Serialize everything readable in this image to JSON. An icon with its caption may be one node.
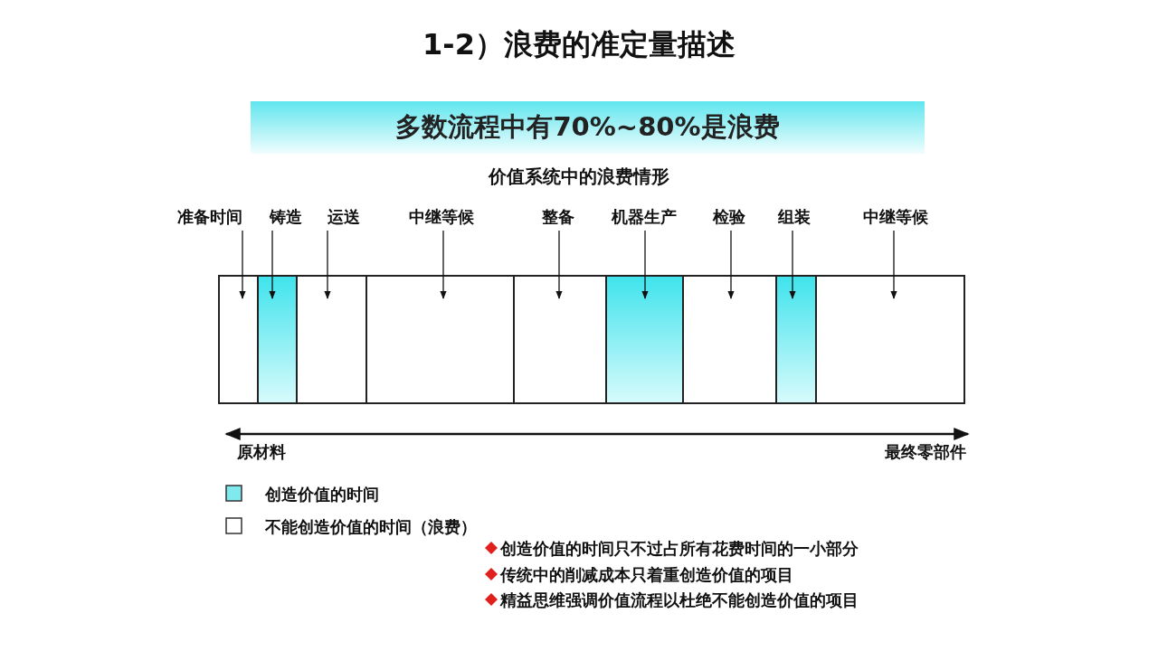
{
  "diagram": {
    "title": "1-2）浪费的准定量描述",
    "nodes": [
      {
        "text": [
          "多数流程中有70%~80%是浪费"
        ]
      },
      {
        "text": [
          "准备时间"
        ]
      },
      {
        "text": [
          "铸造"
        ]
      },
      {
        "text": [
          "运送"
        ]
      },
      {
        "text": [
          "中继等候"
        ]
      },
      {
        "text": [
          "整备"
        ]
      },
      {
        "text": [
          "机器生产"
        ]
      },
      {
        "text": [
          "检验"
        ]
      },
      {
        "text": [
          "组装"
        ]
      },
      {
        "text": [
          "中继等候"
        ]
      },
      {
        "text": [],
        "shape": "box"
      },
      {
        "text": [],
        "shape": "box"
      },
      {
        "text": [],
        "shape": "box"
      },
      {
        "text": [],
        "shape": "box"
      },
      {
        "text": [],
        "shape": "box"
      },
      {
        "text": [],
        "shape": "box"
      },
      {
        "text": [],
        "shape": "box"
      },
      {
        "text": [],
        "shape": "box"
      },
      {
        "text": [],
        "shape": "box"
      }
    ],
    "edges": [
      {
        "from": 1,
        "to": 10,
        "arrow": "to"
      },
      {
        "from": 2,
        "to": 11,
        "arrow": "to"
      },
      {
        "from": 3,
        "to": 12,
        "arrow": "to"
      },
      {
        "from": 4,
        "to": 13,
        "arrow": "to"
      },
      {
        "from": 5,
        "to": 14,
        "arrow": "to"
      },
      {
        "from": 6,
        "to": 15,
        "arrow": "to"
      },
      {
        "from": 7,
        "to": 16,
        "arrow": "to"
      },
      {
        "from": 8,
        "to": 17,
        "arrow": "to"
      },
      {
        "from": 9,
        "to": 18,
        "arrow": "to"
      }
    ],
    "labels": [
      "价值系统中的浪费情形",
      "原材料",
      "最终零部件",
      "创造价值的时间只不过占所有花费时间的一小部分",
      "传统中的削减成本只着重创造价值的项目",
      "精益思维强调价值流程以杜绝不能创造价值的项目"
    ],
    "legend": [
      {
        "text": "创造价值的时间",
        "color": "#7fe9ee"
      },
      {
        "text": "不能创造价值的时间（浪费）",
        "color": "#ffffff"
      }
    ]
  }
}
